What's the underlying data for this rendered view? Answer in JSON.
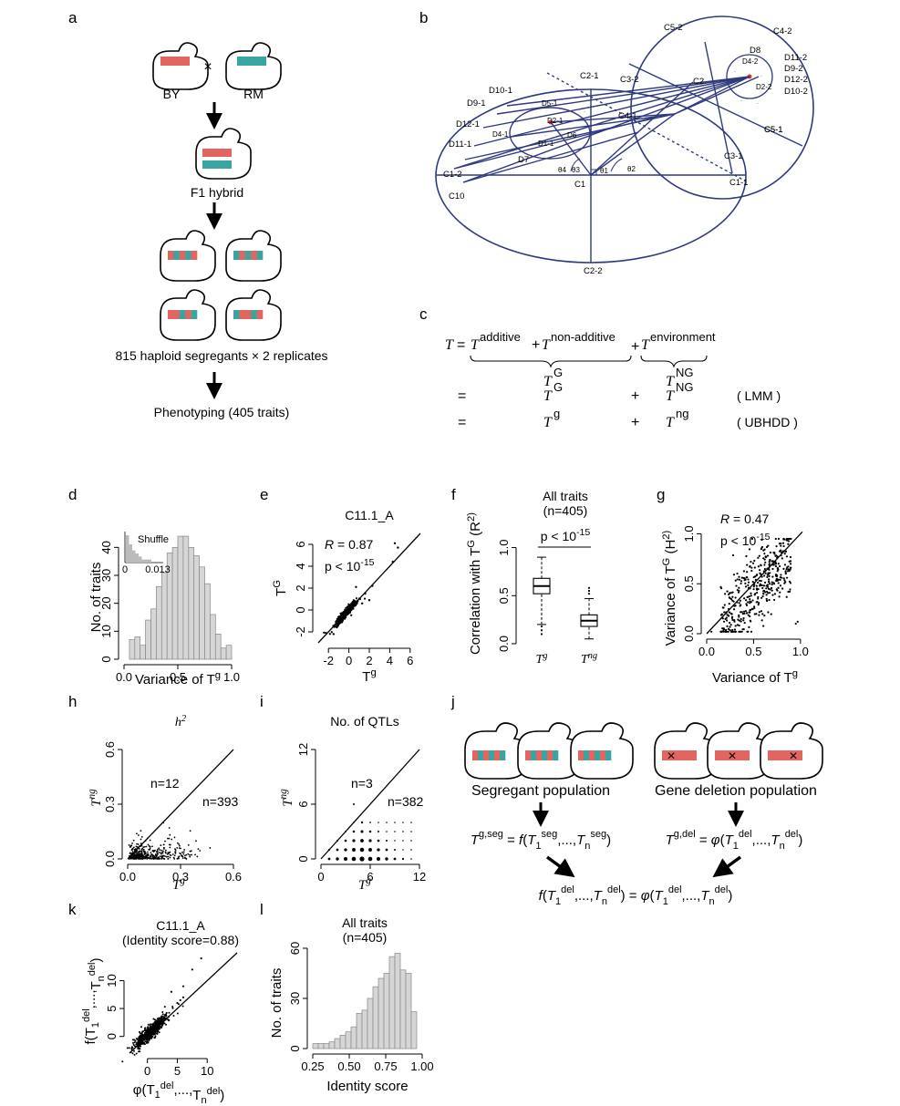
{
  "panels": {
    "a": "a",
    "b": "b",
    "c": "c",
    "d": "d",
    "e": "e",
    "f": "f",
    "g": "g",
    "h": "h",
    "i": "i",
    "j": "j",
    "k": "k",
    "l": "l"
  },
  "panel_a": {
    "parent1": "BY",
    "parent2": "RM",
    "cross_symbol": "×",
    "hybrid": "F1 hybrid",
    "segregants": "815 haploid segregants × 2 replicates",
    "phenotyping": "Phenotyping (405 traits)"
  },
  "panel_b": {
    "labels": [
      "C5-2",
      "C4-2",
      "D8",
      "D11-2",
      "D9-2",
      "D12-2",
      "D10-2",
      "C2",
      "C3-2",
      "C2-1",
      "D10-1",
      "D9-1",
      "D12-1",
      "D11-1",
      "D7",
      "C1-2",
      "C10",
      "C4-1",
      "C1",
      "C1-1",
      "C3-1",
      "C5-1",
      "C2-2",
      "D5-1",
      "D2-1",
      "D4-1",
      "D1-1",
      "D6",
      "C5-1",
      "D4-2",
      "D2-2",
      "θ2",
      "θ1",
      "θ3",
      "θ4"
    ]
  },
  "panel_c": {
    "line1": {
      "T": "T",
      "eq": "=",
      "additive": "additive",
      "plus1": "+",
      "nonadd": "non-additive",
      "plus2": "+",
      "env": "environment"
    },
    "brace1": {
      "T": "T",
      "sup": "G"
    },
    "brace2": {
      "T": "T",
      "sup": "NG"
    },
    "line2": {
      "eq": "=",
      "T1": "T",
      "s1": "G",
      "plus": "+",
      "T2": "T",
      "s2": "NG",
      "method": "( LMM )"
    },
    "line3": {
      "eq": "=",
      "T1": "T",
      "s1": "g",
      "plus": "+",
      "T2": "T",
      "s2": "ng",
      "method": "( UBHDD )"
    }
  },
  "panel_j": {
    "seg_pop": "Segregant population",
    "del_pop": "Gene deletion population",
    "x_mark": "×"
  },
  "colors": {
    "red": "#e2665f",
    "teal": "#3aa5a0",
    "navy": "#2f3a7e",
    "bar": "#d6d6d6"
  },
  "chart_data": [
    {
      "id": "d",
      "type": "bar",
      "title": "",
      "xlabel": "Variance of T^g",
      "ylabel": "No. of traits",
      "xlim": [
        0,
        1
      ],
      "ylim": [
        0,
        45
      ],
      "xticks": [
        "0.0",
        "0.5",
        "1.0"
      ],
      "yticks": [
        "0",
        "10",
        "20",
        "30",
        "40"
      ],
      "bin_start": 0.05,
      "bin_width": 0.05,
      "values": [
        7,
        8,
        5,
        14,
        18,
        26,
        31,
        38,
        40,
        44,
        44,
        40,
        37,
        33,
        27,
        16,
        9,
        4,
        5
      ],
      "inset": {
        "label": "Shuffle",
        "xticks": [
          "0",
          "0.013"
        ],
        "values": [
          9,
          6,
          4,
          3,
          2,
          1,
          1,
          1
        ]
      }
    },
    {
      "id": "e",
      "type": "scatter",
      "title": "C11.1_A",
      "xlabel": "T^g",
      "ylabel": "T^G",
      "xlim": [
        -3,
        7
      ],
      "ylim": [
        -3,
        7
      ],
      "xticks": [
        "-2",
        "0",
        "2",
        "4",
        "6"
      ],
      "yticks": [
        "-2",
        "0",
        "2",
        "4",
        "6"
      ],
      "R_label": "R = 0.87",
      "p_label": "p < 10^-15",
      "R": "0.87",
      "cluster_center": [
        -0.3,
        -0.3
      ],
      "cluster_spread": 0.55,
      "outliers": [
        [
          4.3,
          4.4
        ],
        [
          4.5,
          6.1
        ],
        [
          4.8,
          5.7
        ],
        [
          1.3,
          0.6
        ],
        [
          2.0,
          0.9
        ],
        [
          1.6,
          1.5
        ],
        [
          -1.5,
          -2.2
        ],
        [
          0.7,
          2.1
        ],
        [
          2.3,
          2.2
        ]
      ]
    },
    {
      "id": "f",
      "type": "box",
      "title": "All traits",
      "subtitle": "(n=405)",
      "ylabel": "Correlation with T^G (R^2)",
      "categories": [
        "T^g",
        "T^ng"
      ],
      "ylim": [
        0,
        1.1
      ],
      "yticks": [
        "0.0",
        "0.5",
        "1.0"
      ],
      "p_label": "p < 10^-15",
      "boxes": [
        {
          "name": "T^g",
          "q1": 0.52,
          "median": 0.6,
          "q3": 0.68,
          "whisker_low": 0.2,
          "whisker_high": 0.9,
          "outliers": [
            0.18,
            0.14,
            0.1
          ]
        },
        {
          "name": "T^ng",
          "q1": 0.18,
          "median": 0.24,
          "q3": 0.3,
          "whisker_low": 0.05,
          "whisker_high": 0.47,
          "outliers": [
            0.52,
            0.55,
            0.58
          ]
        }
      ]
    },
    {
      "id": "g",
      "type": "scatter",
      "title": "",
      "xlabel": "Variance of T^g",
      "ylabel": "Variance of T^G (H^2)",
      "xlim": [
        0,
        1.05
      ],
      "ylim": [
        0,
        1.05
      ],
      "xticks": [
        "0.0",
        "0.5",
        "1.0"
      ],
      "yticks": [
        "0.0",
        "0.5",
        "1.0"
      ],
      "R_label": "R = 0.47",
      "p_label": "p < 10^-15"
    },
    {
      "id": "h",
      "type": "scatter",
      "title": "h^2",
      "xlabel": "T^g",
      "ylabel": "T^ng",
      "xlim": [
        0,
        0.6
      ],
      "ylim": [
        0,
        0.6
      ],
      "xticks": [
        "0.0",
        "0.3",
        "0.6"
      ],
      "yticks": [
        "0.0",
        "0.3",
        "0.6"
      ],
      "above": "n=12",
      "below": "n=393"
    },
    {
      "id": "i",
      "type": "scatter",
      "title": "No. of QTLs",
      "xlabel": "T^g",
      "ylabel": "T^ng",
      "xlim": [
        0,
        12
      ],
      "ylim": [
        0,
        12
      ],
      "xticks": [
        "0",
        "6",
        "12"
      ],
      "yticks": [
        "0",
        "6",
        "12"
      ],
      "above": "n=3",
      "below": "n=382"
    },
    {
      "id": "k",
      "type": "scatter",
      "title": "C11.1_A",
      "subtitle": "(Identity score=0.88)",
      "xlabel": "φ(T1^del,...,Tn^del)",
      "ylabel": "f(T1^del,...,Tn^del)",
      "xlim": [
        -3,
        15
      ],
      "ylim": [
        -3,
        15
      ],
      "xticks": [
        "0",
        "5",
        "10"
      ],
      "yticks": [
        "0",
        "5",
        "10"
      ]
    },
    {
      "id": "l",
      "type": "bar",
      "title": "All traits",
      "subtitle": "(n=405)",
      "xlabel": "Identity score",
      "ylabel": "No. of traits",
      "xlim": [
        0.25,
        1.0
      ],
      "ylim": [
        0,
        60
      ],
      "xticks": [
        "0.25",
        "0.50",
        "0.75",
        "1.00"
      ],
      "yticks": [
        "0",
        "30",
        "60"
      ],
      "bin_start": 0.25,
      "bin_width": 0.0375,
      "values": [
        3,
        3,
        3,
        4,
        6,
        8,
        10,
        13,
        21,
        23,
        30,
        37,
        42,
        45,
        55,
        57,
        47,
        45,
        22
      ]
    }
  ]
}
